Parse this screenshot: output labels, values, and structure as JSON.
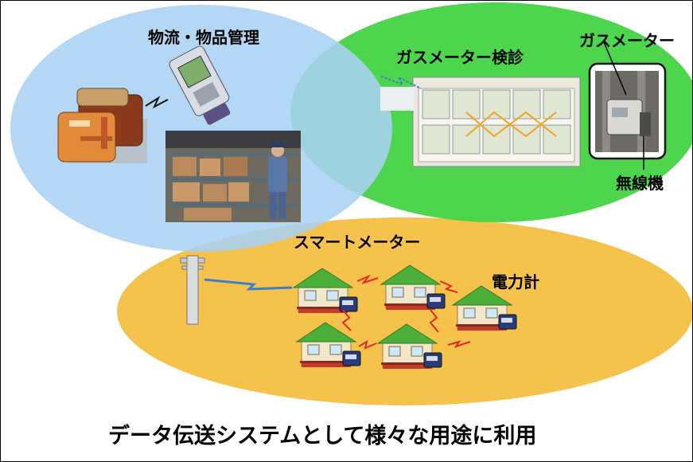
{
  "labels": {
    "logistics": "物流・物品管理",
    "gas_meter_survey": "ガスメーター検診",
    "gas_meter": "ガスメーター",
    "radio_unit": "無線機",
    "smart_meter": "スマートメーター",
    "power_meter": "電力計"
  },
  "caption": "データ伝送システムとして様々な用途に利用",
  "colors": {
    "blue_region": "#a9d1f2",
    "green_region": "#3fd23f",
    "yellow_region": "#f5c24c",
    "link_red": "#e8281f",
    "link_blue": "#3b7ec9"
  },
  "icons": [
    "luggage-icon",
    "handheld-terminal-icon",
    "warehouse-photo",
    "building-diagram",
    "gas-meter-photo",
    "utility-pole-icon",
    "house-icon"
  ]
}
